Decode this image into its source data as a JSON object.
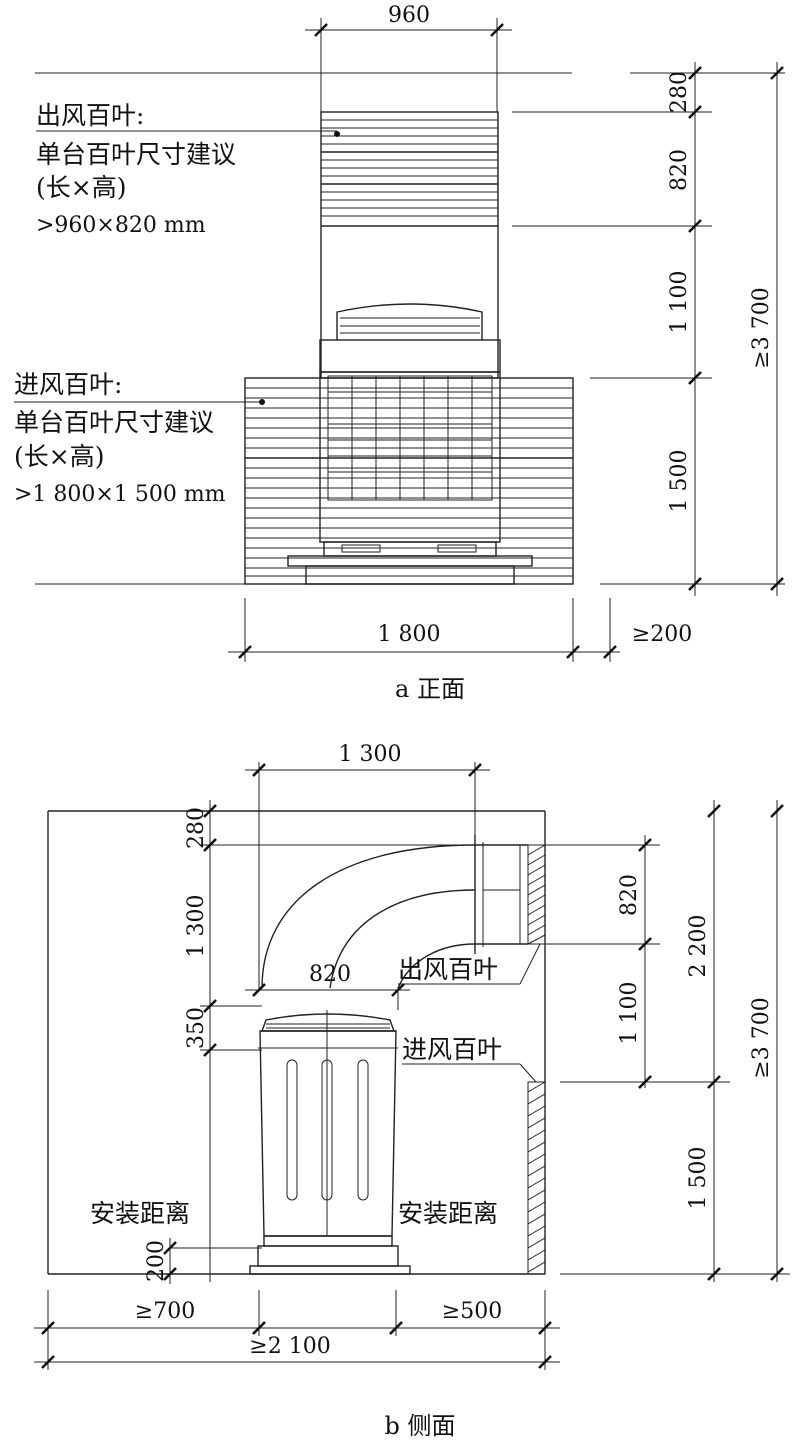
{
  "front": {
    "caption": "a 正面",
    "dims": {
      "top_width": "960",
      "bottom_width": "1 800",
      "right_gap": "≥200",
      "v1": "280",
      "v2": "820",
      "v3": "1 100",
      "v4": "1 500",
      "total": "≥3 700"
    },
    "outlet_note": {
      "line1": "出风百叶:",
      "line2": "单台百叶尺寸建议",
      "line3": "(长×高)",
      "line4": ">960×820 mm"
    },
    "inlet_note": {
      "line1": "进风百叶:",
      "line2": "单台百叶尺寸建议",
      "line3": "(长×高)",
      "line4": ">1 800×1 500 mm"
    }
  },
  "side": {
    "caption": "b 侧面",
    "dims": {
      "top_width": "1 300",
      "duct_width": "820",
      "left_280": "280",
      "left_1300": "1 300",
      "left_350": "350",
      "left_200": "200",
      "right_820": "820",
      "right_1100": "1 100",
      "right_1500": "1 500",
      "right_2200": "2 200",
      "total": "≥3 700",
      "bottom_left": "≥700",
      "bottom_right": "≥500",
      "bottom_total": "≥2 100"
    },
    "labels": {
      "outlet": "出风百叶",
      "inlet": "进风百叶",
      "clear_left": "安装距离",
      "clear_right": "安装距离"
    }
  }
}
